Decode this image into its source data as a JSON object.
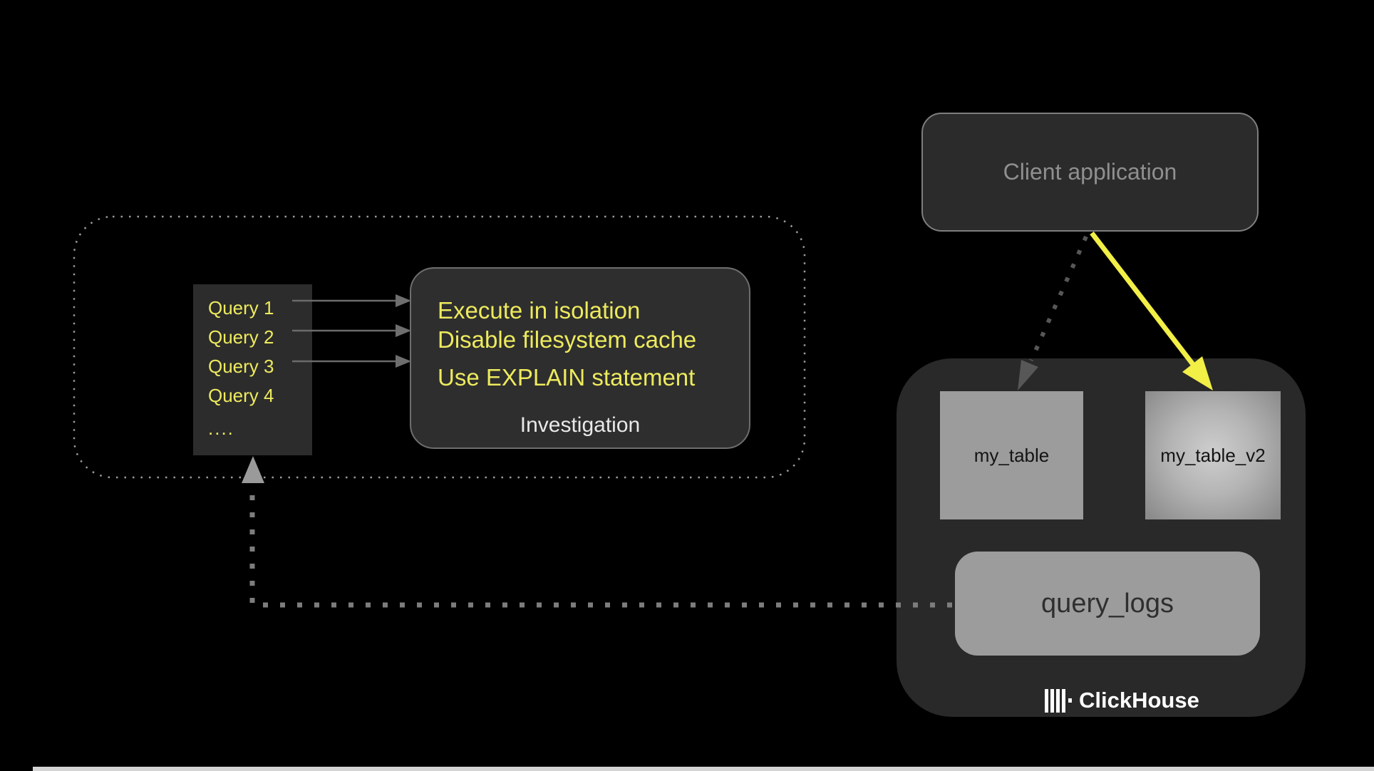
{
  "colors": {
    "background": "#000000",
    "panel_dark": "#2b2b2b",
    "panel_gray": "#9c9c9c",
    "text_yellow": "#edea5e",
    "arrow_yellow": "#f2ef46",
    "text_gray": "#8f8f8f",
    "text_white": "#e8e8e8"
  },
  "client_app": {
    "label": "Client application"
  },
  "investigation": {
    "tips": [
      "Execute in isolation",
      "Disable filesystem cache",
      "Use EXPLAIN statement"
    ],
    "label": "Investigation"
  },
  "query_panel": {
    "items": [
      "Query 1",
      "Query 2",
      "Query 3",
      "Query 4",
      "...."
    ]
  },
  "clickhouse": {
    "my_table": "my_table",
    "my_table_v2": "my_table_v2",
    "query_logs": "query_logs",
    "brand": "ClickHouse"
  }
}
